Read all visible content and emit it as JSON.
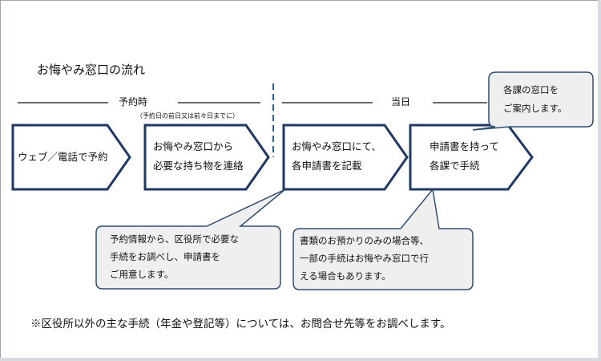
{
  "title": "お悔やみ窓口の流れ",
  "phases": {
    "reservation": {
      "label": "予約時",
      "sublabel": "（予約日の前日又は前々日までに）"
    },
    "same_day": {
      "label": "当日"
    }
  },
  "steps": [
    {
      "lines": [
        "ウェブ／電話で予約"
      ]
    },
    {
      "lines": [
        "お悔やみ窓口から",
        "必要な持ち物を連絡"
      ]
    },
    {
      "lines": [
        "お悔やみ窓口にて、",
        "各申請書を記載"
      ]
    },
    {
      "lines": [
        "申請書を持って",
        "各課で手続"
      ]
    }
  ],
  "callouts": {
    "prepare": {
      "lines": [
        "予約情報から、区役所で必要な",
        "手続をお調べし、申請書を",
        "ご用意します。"
      ]
    },
    "documents_only": {
      "lines": [
        "書類のお預かりのみの場合等、",
        "一部の手続はお悔やみ窓口で行",
        "える場合もあります。"
      ]
    },
    "guidance": {
      "lines": [
        "各課の窓口を",
        "ご案内します。"
      ]
    }
  },
  "note": "※区役所以外の主な手続（年金や登記等）については、お問合せ先等をお調べします。",
  "colors": {
    "arrow_border": "#1f3864",
    "callout_border": "#2e4f74",
    "callout_fill": "#efefef",
    "line": "#111111"
  }
}
